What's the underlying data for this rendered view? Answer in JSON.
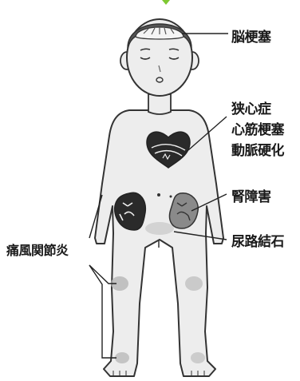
{
  "labels": {
    "cerebral_infarction": "脳梗塞",
    "heart_line1": "狭心症",
    "heart_line2": "心筋梗塞",
    "heart_line3": "動脈硬化",
    "kidney_disorder": "腎障害",
    "urinary_stones": "尿路結石",
    "gout_arthritis": "痛風関節炎"
  },
  "colors": {
    "body_fill": "#ededed",
    "outline": "#333333",
    "hair": "#555555",
    "organ_dark": "#2a2a2a",
    "kidney_right": "#8a8a8a",
    "joint_shade": "#b5b5b5",
    "accent_green": "#7ec832"
  }
}
